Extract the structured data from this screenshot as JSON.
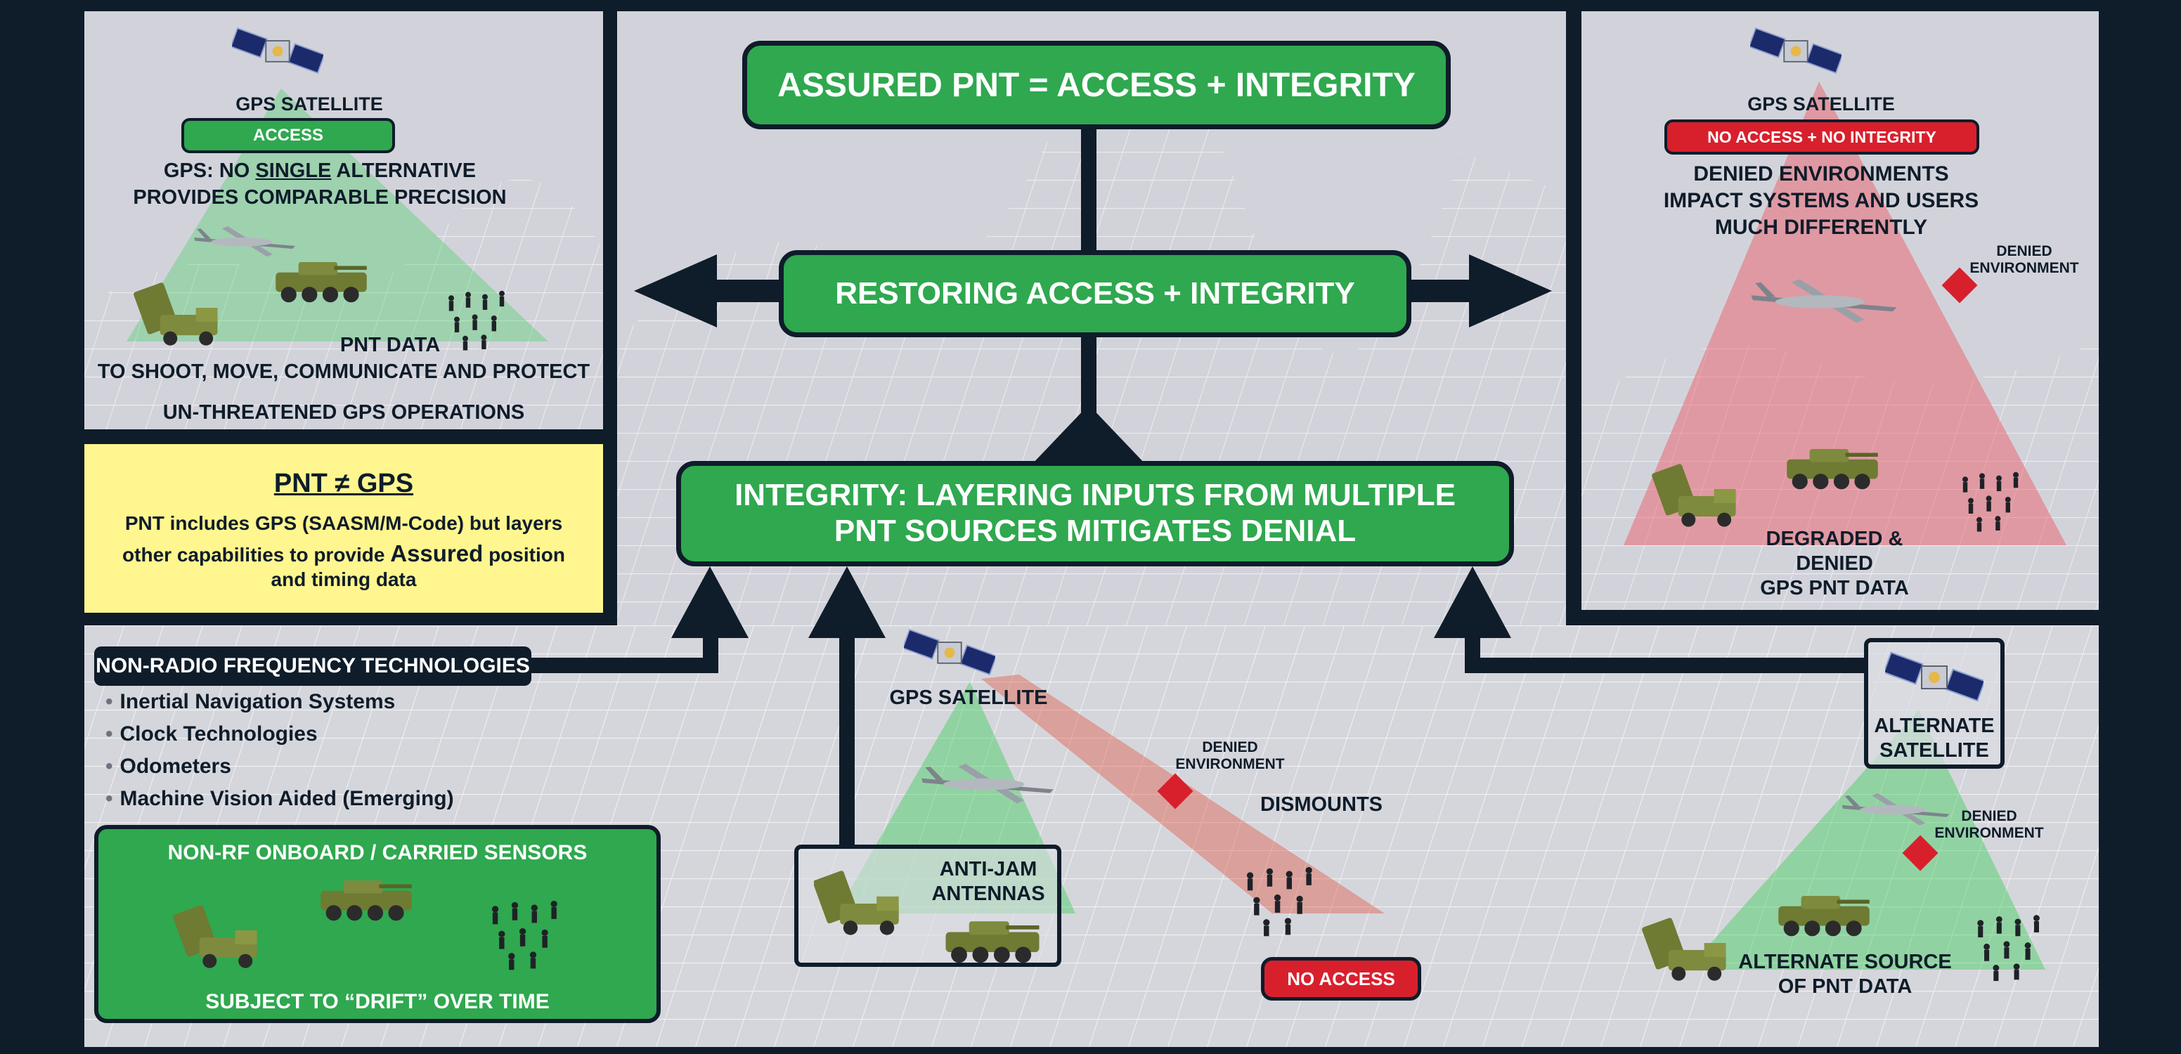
{
  "top_left": {
    "gps_satellite": "GPS SATELLITE",
    "access": "ACCESS",
    "line1_pre": "GPS: NO ",
    "line1_underline": "SINGLE",
    "line1_post": " ALTERNATIVE",
    "line2": "PROVIDES COMPARABLE PRECISION",
    "pnt_data": "PNT DATA",
    "pnt_use": "TO SHOOT, MOVE, COMMUNICATE AND PROTECT",
    "footer": "UN-THREATENED GPS OPERATIONS"
  },
  "pnt_box": {
    "title": "PNT ≠ GPS",
    "line1": "PNT includes GPS (SAASM/M-Code) but layers",
    "line2_pre": "other capabilities to provide ",
    "line2_bold": "Assured",
    "line2_post": " position",
    "line3": "and timing data"
  },
  "center": {
    "assured": "ASSURED PNT = ACCESS + INTEGRITY",
    "restoring": "RESTORING ACCESS + INTEGRITY",
    "integrity_line1": "INTEGRITY: LAYERING INPUTS FROM MULTIPLE",
    "integrity_line2": "PNT SOURCES MITIGATES DENIAL"
  },
  "top_right": {
    "gps_satellite": "GPS SATELLITE",
    "badge": "NO ACCESS +  NO INTEGRITY",
    "line1": "DENIED ENVIRONMENTS",
    "line2": "IMPACT SYSTEMS AND USERS",
    "line3": "MUCH DIFFERENTLY",
    "denied_1": "DENIED",
    "denied_2": "ENVIRONMENT",
    "degraded_1": "DEGRADED & DENIED",
    "degraded_2": "GPS PNT DATA"
  },
  "non_rf": {
    "header": "NON-RADIO FREQUENCY TECHNOLOGIES",
    "items": [
      "Inertial Navigation Systems",
      "Clock Technologies",
      "Odometers",
      "Machine Vision Aided (Emerging)"
    ],
    "sensors_title": "NON-RF ONBOARD / CARRIED SENSORS",
    "sensors_footer": "SUBJECT TO “DRIFT” OVER TIME"
  },
  "bottom_center": {
    "gps_satellite": "GPS SATELLITE",
    "denied_1": "DENIED",
    "denied_2": "ENVIRONMENT",
    "dismounts": "DISMOUNTS",
    "antijam_1": "ANTI-JAM",
    "antijam_2": "ANTENNAS",
    "no_access": "NO ACCESS"
  },
  "bottom_right": {
    "alt_sat_1": "ALTERNATE",
    "alt_sat_2": "SATELLITE",
    "denied_1": "DENIED",
    "denied_2": "ENVIRONMENT",
    "alt_source_1": "ALTERNATE SOURCE",
    "alt_source_2": "OF PNT DATA"
  },
  "colors": {
    "navy": "#0f1c2a",
    "green": "#2fa84f",
    "red": "#d8202d",
    "yellow": "#fff68f",
    "panel": "#dcdde3"
  }
}
